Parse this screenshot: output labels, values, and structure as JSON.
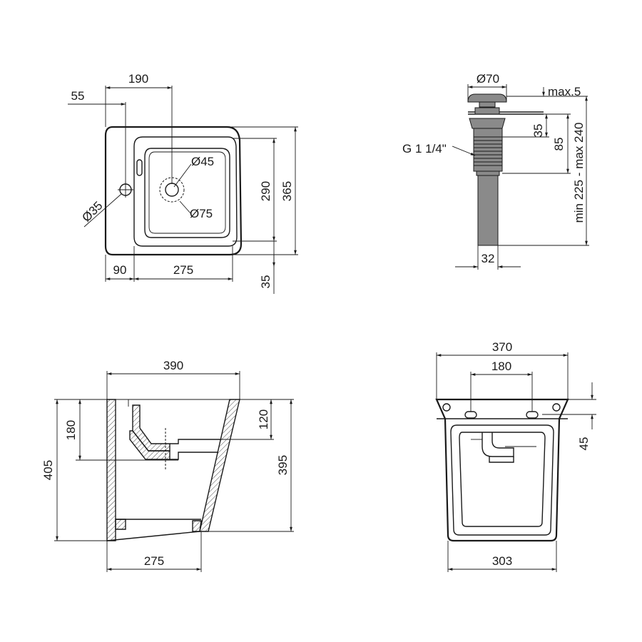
{
  "dimensions": {
    "top_view": {
      "d190": "190",
      "d55": "55",
      "d45": "Ø45",
      "d35": "Ø35",
      "d75": "Ø75",
      "d290": "290",
      "d365": "365",
      "d90": "90",
      "d275": "275",
      "d35b": "35"
    },
    "drain_view": {
      "d70": "Ø70",
      "dmax5": "max.5",
      "d35": "35",
      "d85": "85",
      "dminmax": "min 225 - max 240",
      "thread": "G 1 1/4\"",
      "d32": "32"
    },
    "side_view": {
      "d390": "390",
      "d180": "180",
      "d120": "120",
      "d405": "405",
      "d395": "395",
      "d275": "275"
    },
    "rear_view": {
      "d370": "370",
      "d180": "180",
      "d45": "45",
      "d303": "303"
    }
  },
  "colors": {
    "line": "#1a1a1a",
    "background": "#ffffff",
    "chrome": "#8a8a8a"
  }
}
